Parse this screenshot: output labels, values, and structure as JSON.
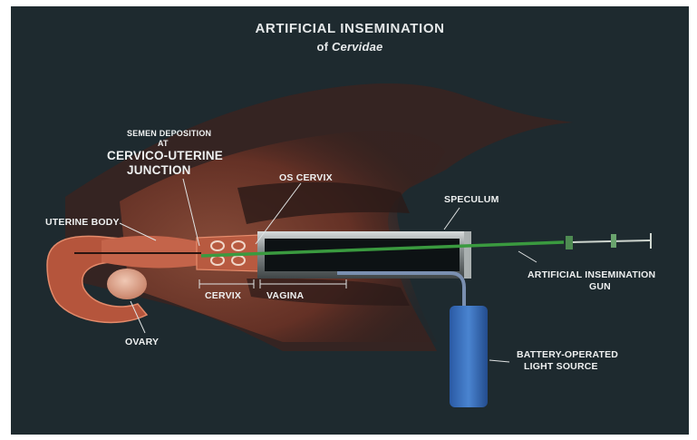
{
  "title": {
    "line1": "ARTIFICIAL INSEMINATION",
    "line2_prefix": "of",
    "line2_italic": "Cervidae"
  },
  "labels": {
    "semen_deposition": "SEMEN DEPOSITION",
    "at": "AT",
    "cervico_uterine": "CERVICO-UTERINE",
    "junction": "JUNCTION",
    "os_cervix": "OS CERVIX",
    "speculum": "SPECULUM",
    "uterine_body": "UTERINE BODY",
    "ai_gun_line1": "ARTIFICIAL INSEMINATION",
    "ai_gun_line2": "GUN",
    "cervix": "CERVIX",
    "vagina": "VAGINA",
    "ovary": "OVARY",
    "light_line1": "BATTERY-OPERATED",
    "light_line2": "LIGHT SOURCE"
  },
  "colors": {
    "background": "#1e2a2f",
    "tissue": "#b5553c",
    "gun": "#3a9a3f",
    "light_source": "#2f63b0",
    "label": "#eef0f0"
  }
}
